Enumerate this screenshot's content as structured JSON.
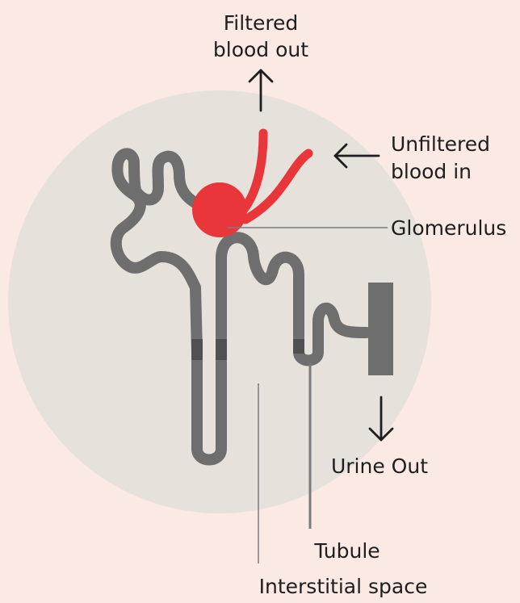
{
  "diagram": {
    "labels": {
      "filtered_line1": "Filtered",
      "filtered_line2": "blood out",
      "unfiltered_line1": "Unfiltered",
      "unfiltered_line2": "blood in",
      "glomerulus": "Glomerulus",
      "urine_out": "Urine Out",
      "tubule": "Tubule",
      "interstitial": "Interstitial space"
    },
    "colors": {
      "background": "#fbe9e4",
      "circle": "#e7e1dc",
      "tubule": "#6e6e6e",
      "blood": "#e8363a",
      "text": "#1e1e1e"
    }
  }
}
